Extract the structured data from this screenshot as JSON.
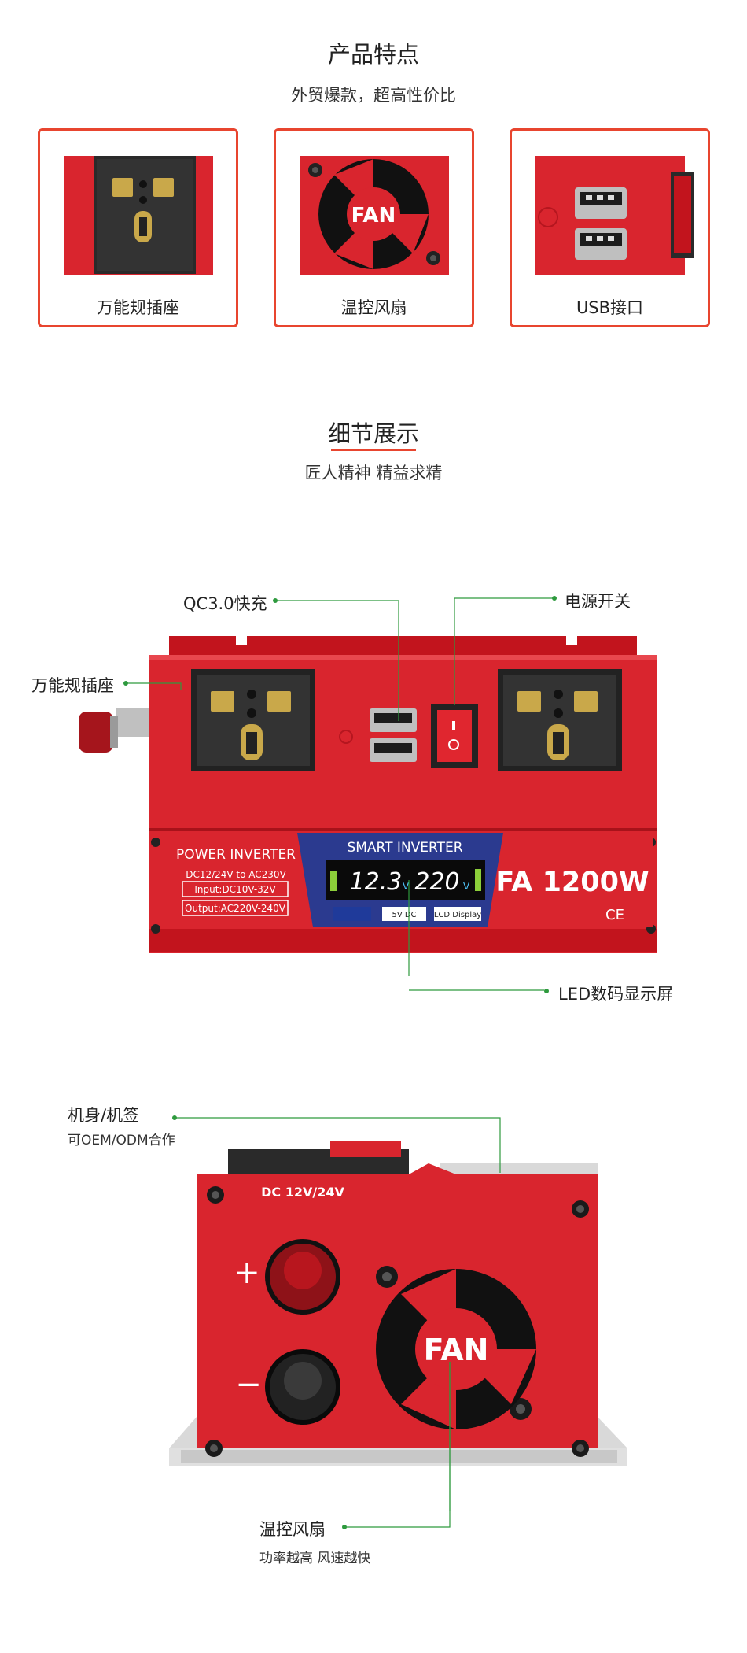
{
  "features_section": {
    "title": "产品特点",
    "subtitle": "外贸爆款，超高性价比",
    "cards": [
      {
        "label": "万能规插座",
        "icon": "universal-socket-icon"
      },
      {
        "label": "温控风扇",
        "icon": "fan-icon",
        "badge": "FAN"
      },
      {
        "label": "USB接口",
        "icon": "usb-port-icon"
      }
    ]
  },
  "detail_section": {
    "title": "细节展示",
    "subtitle": "匠人精神 精益求精"
  },
  "front_view": {
    "callouts": {
      "qc": "QC3.0快充",
      "power_switch": "电源开关",
      "socket": "万能规插座",
      "led": "LED数码显示屏"
    },
    "panel": {
      "brand": "POWER INVERTER",
      "dc_range": "DC12/24V to AC230V",
      "input": "Input:DC10V-32V",
      "output": "Output:AC220V-240V",
      "smart": "SMART INVERTER",
      "voltage_in": "12.3",
      "voltage_in_unit": "V",
      "voltage_out": "220",
      "voltage_out_unit": "V",
      "model": "FA 1200W",
      "ce": "CE",
      "usb_badge": "5V DC",
      "lcd_badge": "LCD Display"
    }
  },
  "side_view": {
    "callouts": {
      "body_title": "机身/机签",
      "body_sub": "可OEM/ODM合作",
      "fan_title": "温控风扇",
      "fan_sub": "功率越高 风速越快"
    },
    "dc_label": "DC 12V/24V",
    "plus": "+",
    "minus": "−",
    "fan_text": "FAN"
  },
  "colors": {
    "accent": "#e8452f",
    "device_red": "#d9252e",
    "leader_green": "#2e9a3e",
    "panel_blue": "#2b3a8f"
  }
}
